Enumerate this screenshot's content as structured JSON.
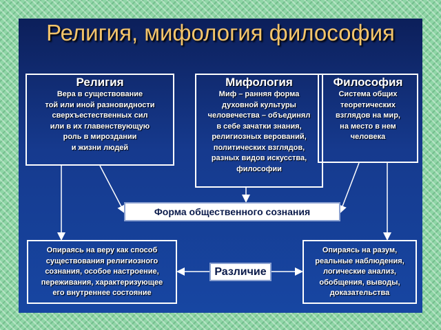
{
  "title": "Религия, мифология философия",
  "boxes": {
    "religion": {
      "heading": "Религия",
      "lines": [
        "Вера в существование",
        "той или иной разновидности",
        "сверхъестественных сил",
        "или в их главенствующую",
        "роль в мироздании",
        "и жизни людей"
      ]
    },
    "mythology": {
      "heading": "Мифология",
      "lines": [
        "Миф – ранняя форма",
        "духовной культуры",
        "человечества – объединял",
        "в себе зачатки знания,",
        "религиозных верований,",
        "политических взглядов,",
        "разных видов искусства,",
        "философии"
      ]
    },
    "philosophy": {
      "heading": "Философия",
      "lines": [
        "Система общих",
        "теоретических",
        "взглядов на мир,",
        "на место в нем",
        "человека"
      ]
    },
    "form": {
      "label": "Форма общественного сознания"
    },
    "left": {
      "lines": [
        "Опираясь на веру как способ",
        "существования религиозного",
        "сознания, особое настроение,",
        "переживания, характеризующее",
        "его внутреннее состояние"
      ]
    },
    "right": {
      "lines": [
        "Опираясь на разум,",
        "реальные наблюдения,",
        "логические анализ,",
        "обобщения, выводы,",
        "доказательства"
      ]
    },
    "difference": {
      "label": "Различие"
    }
  }
}
